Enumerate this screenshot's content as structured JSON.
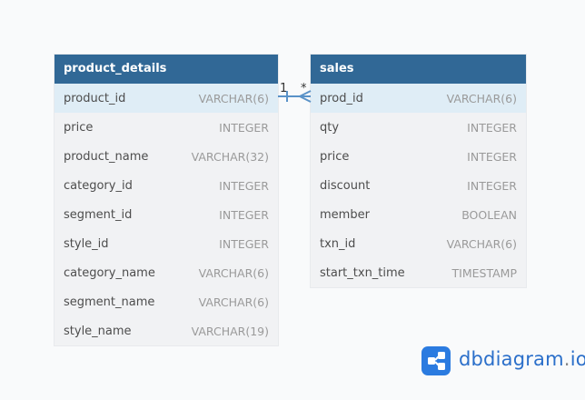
{
  "tables": [
    {
      "id": "product_details",
      "name": "product_details",
      "fields": [
        {
          "name": "product_id",
          "type": "VARCHAR(6)",
          "highlighted": true
        },
        {
          "name": "price",
          "type": "INTEGER"
        },
        {
          "name": "product_name",
          "type": "VARCHAR(32)"
        },
        {
          "name": "category_id",
          "type": "INTEGER"
        },
        {
          "name": "segment_id",
          "type": "INTEGER"
        },
        {
          "name": "style_id",
          "type": "INTEGER"
        },
        {
          "name": "category_name",
          "type": "VARCHAR(6)"
        },
        {
          "name": "segment_name",
          "type": "VARCHAR(6)"
        },
        {
          "name": "style_name",
          "type": "VARCHAR(19)"
        }
      ]
    },
    {
      "id": "sales",
      "name": "sales",
      "fields": [
        {
          "name": "prod_id",
          "type": "VARCHAR(6)",
          "highlighted": true
        },
        {
          "name": "qty",
          "type": "INTEGER"
        },
        {
          "name": "price",
          "type": "INTEGER"
        },
        {
          "name": "discount",
          "type": "INTEGER"
        },
        {
          "name": "member",
          "type": "BOOLEAN"
        },
        {
          "name": "txn_id",
          "type": "VARCHAR(6)"
        },
        {
          "name": "start_txn_time",
          "type": "TIMESTAMP"
        }
      ]
    }
  ],
  "relationship": {
    "from_cardinality": "1",
    "to_cardinality": "*"
  },
  "branding": {
    "name": "dbdiagram",
    "dot": ".",
    "tld": "io",
    "icon": "share-nodes-icon"
  },
  "colors": {
    "header": "#316896",
    "row_highlight": "#dfedf6",
    "connector": "#5a92c8",
    "brand": "#2b7be0"
  }
}
